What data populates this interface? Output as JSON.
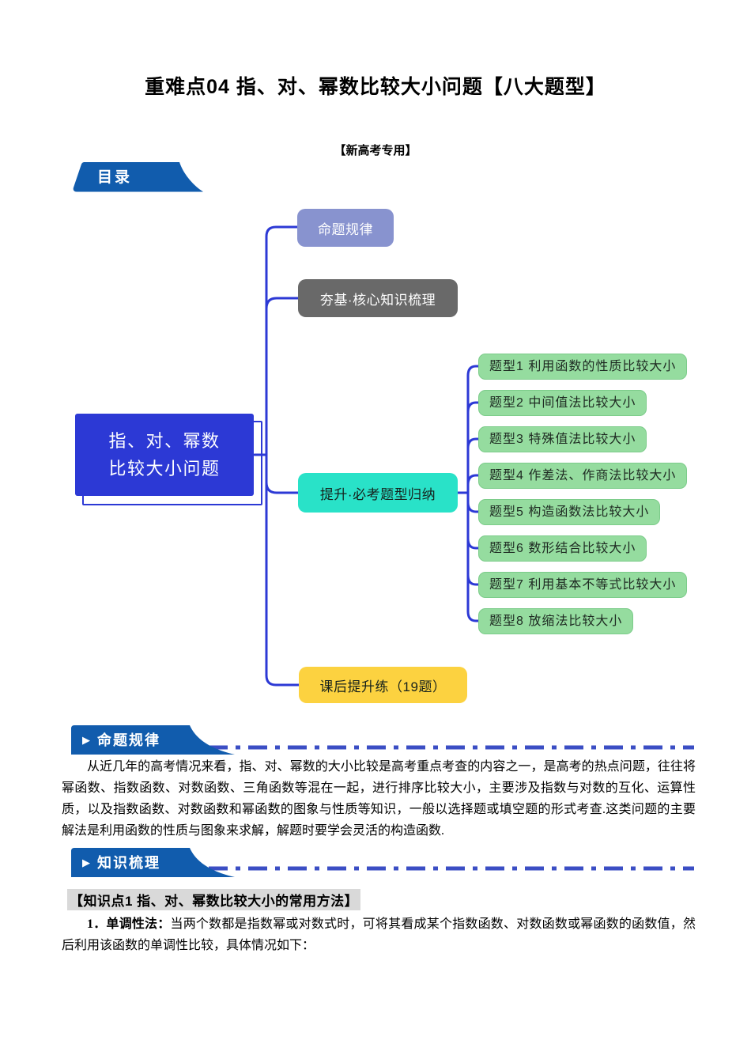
{
  "page": {
    "title": "重难点04 指、对、幂数比较大小问题【八大题型】",
    "subtitle": "【新高考专用】"
  },
  "toc": {
    "label": "目录"
  },
  "icons": {
    "play": "▶"
  },
  "colors": {
    "banner_blue": "#115cad",
    "dash_line": "#3b4ec4",
    "connector_blue": "#2c39d5",
    "root_blue": "#2c39d5",
    "branch_periwinkle": "#8893cf",
    "branch_gray": "#696969",
    "branch_teal": "#29e2c8",
    "branch_yellow": "#fcd240",
    "topic_green": "#95dc9f",
    "heading_highlight": "#d9d9d9"
  },
  "mindmap": {
    "root_label": "指、对、幂数\n比较大小问题",
    "branches": [
      {
        "label": "命题规律"
      },
      {
        "label": "夯基·核心知识梳理"
      },
      {
        "label": "提升·必考题型归纳"
      },
      {
        "label": "课后提升练（19题）"
      }
    ],
    "topics": [
      "题型1 利用函数的性质比较大小",
      "题型2 中间值法比较大小",
      "题型3 特殊值法比较大小",
      "题型4 作差法、作商法比较大小",
      "题型5 构造函数法比较大小",
      "题型6 数形结合比较大小",
      "题型7 利用基本不等式比较大小",
      "题型8 放缩法比较大小"
    ]
  },
  "sections": [
    {
      "heading": "命题规律",
      "paragraph": "从近几年的高考情况来看，指、对、幂数的大小比较是高考重点考查的内容之一，是高考的热点问题，往往将幂函数、指数函数、对数函数、三角函数等混在一起，进行排序比较大小，主要涉及指数与对数的互化、运算性质，以及指数函数、对数函数和幂函数的图象与性质等知识，一般以选择题或填空题的形式考查.这类问题的主要解法是利用函数的性质与图象来求解，解题时要学会灵活的构造函数."
    },
    {
      "heading": "知识梳理"
    }
  ],
  "knowledge": {
    "point1_heading": "【知识点1 指、对、幂数比较大小的常用方法】",
    "method1_label": "1．单调性法：",
    "method1_text": "当两个数都是指数幂或对数式时，可将其看成某个指数函数、对数函数或幂函数的函数值，然后利用该函数的单调性比较，具体情况如下："
  }
}
